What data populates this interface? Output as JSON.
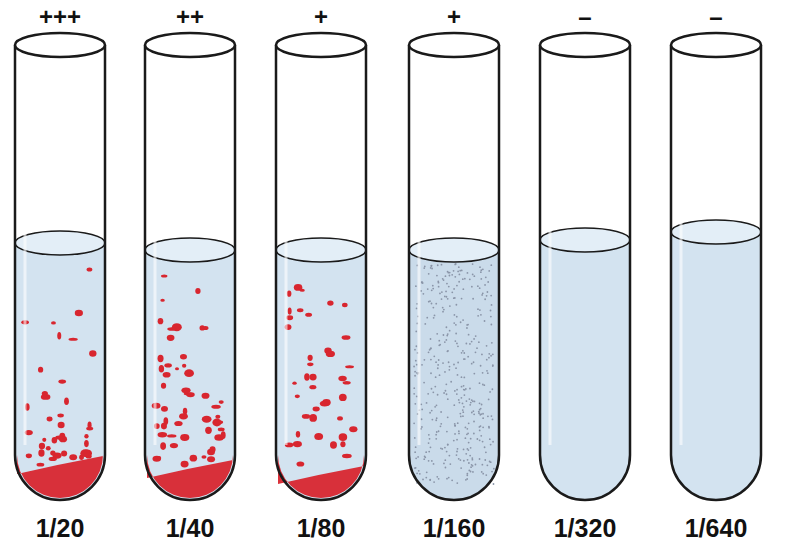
{
  "diagram": {
    "labels": [
      "+++",
      "++",
      "+",
      "+",
      "–",
      "–",
      "1/20",
      "1/40",
      "1/80",
      "1/160",
      "1/320",
      "1/640"
    ]
  }
}
